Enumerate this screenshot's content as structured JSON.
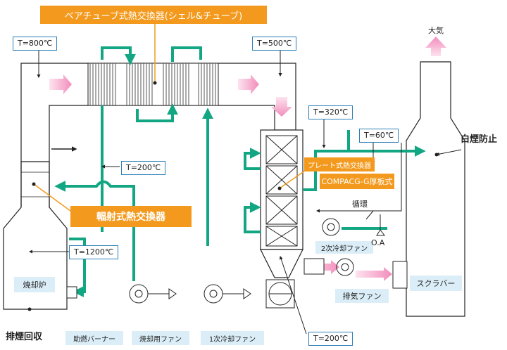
{
  "title": "ベアチューブ式熱交換器(シェル&チューブ)",
  "temps": {
    "t800": "T=800℃",
    "t500": "T=500℃",
    "t320": "T=320℃",
    "t60": "T=60℃",
    "t200_mid": "T=200℃",
    "t1200": "T=1200℃",
    "t200_bottom": "T=200℃"
  },
  "equipment": {
    "radiant_hx": "輻射式熱交換器",
    "plate_hx": "プレート式熱交換器",
    "compacg": "COMPACG-G厚板式",
    "incinerator": "焼却炉",
    "scrubber": "スクラバー",
    "exhaust_fan": "排気ファン",
    "secondary_fan": "2次冷却ファン",
    "burner": "助燃バーナー",
    "incin_fan": "焼却用ファン",
    "primary_fan": "1次冷却ファン"
  },
  "labels": {
    "atmosphere": "大気",
    "white_smoke": "白煙防止",
    "recirculation": "循環",
    "oa": "O.A",
    "exhaust_recovery": "排煙回収"
  },
  "colors": {
    "orange": "#f39a1e",
    "green": "#13a683",
    "blue_border": "#2c7fb8",
    "light_blue": "#dbeef8",
    "pink_arrow": "#f7a8c8"
  }
}
